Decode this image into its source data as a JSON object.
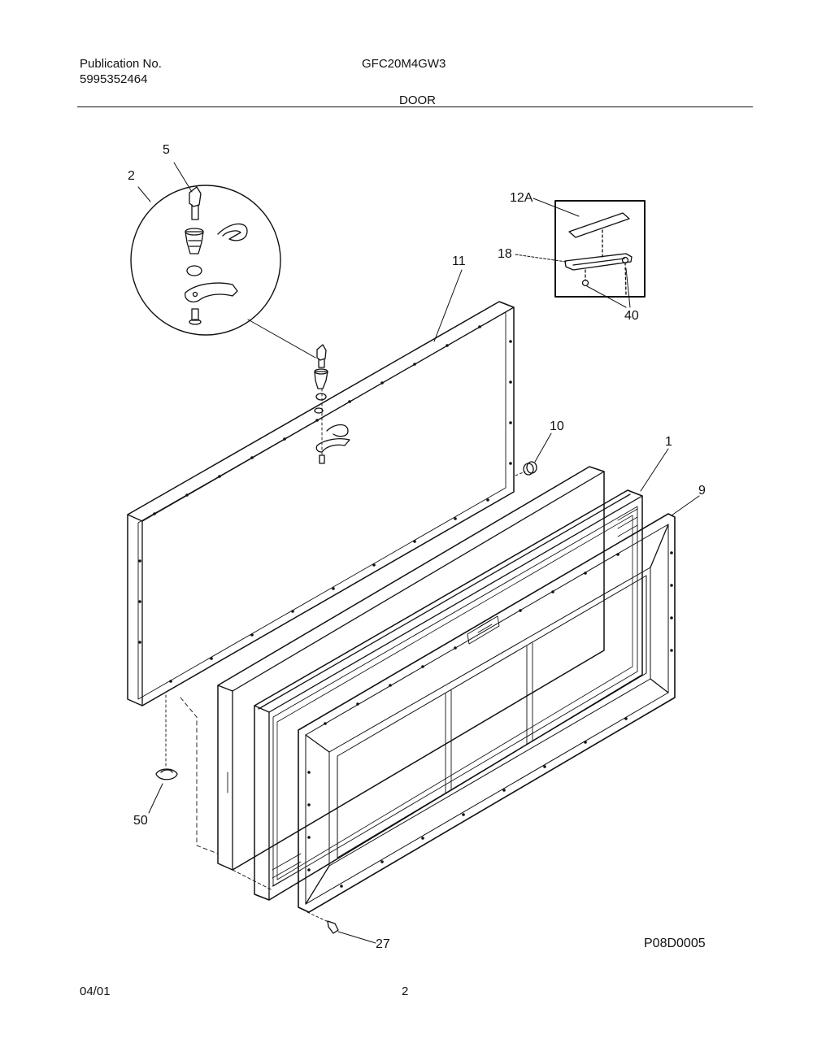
{
  "header": {
    "publication_label": "Publication No.",
    "publication_number": "5995352464",
    "model": "GFC20M4GW3",
    "section_title": "DOOR"
  },
  "diagram": {
    "callouts": {
      "c2": "2",
      "c5": "5",
      "c12a": "12A",
      "c18": "18",
      "c40": "40",
      "c11": "11",
      "c10": "10",
      "c1": "1",
      "c9": "9",
      "c50": "50",
      "c27": "27"
    },
    "drawing_code": "P08D0005"
  },
  "footer": {
    "date": "04/01",
    "page": "2"
  }
}
